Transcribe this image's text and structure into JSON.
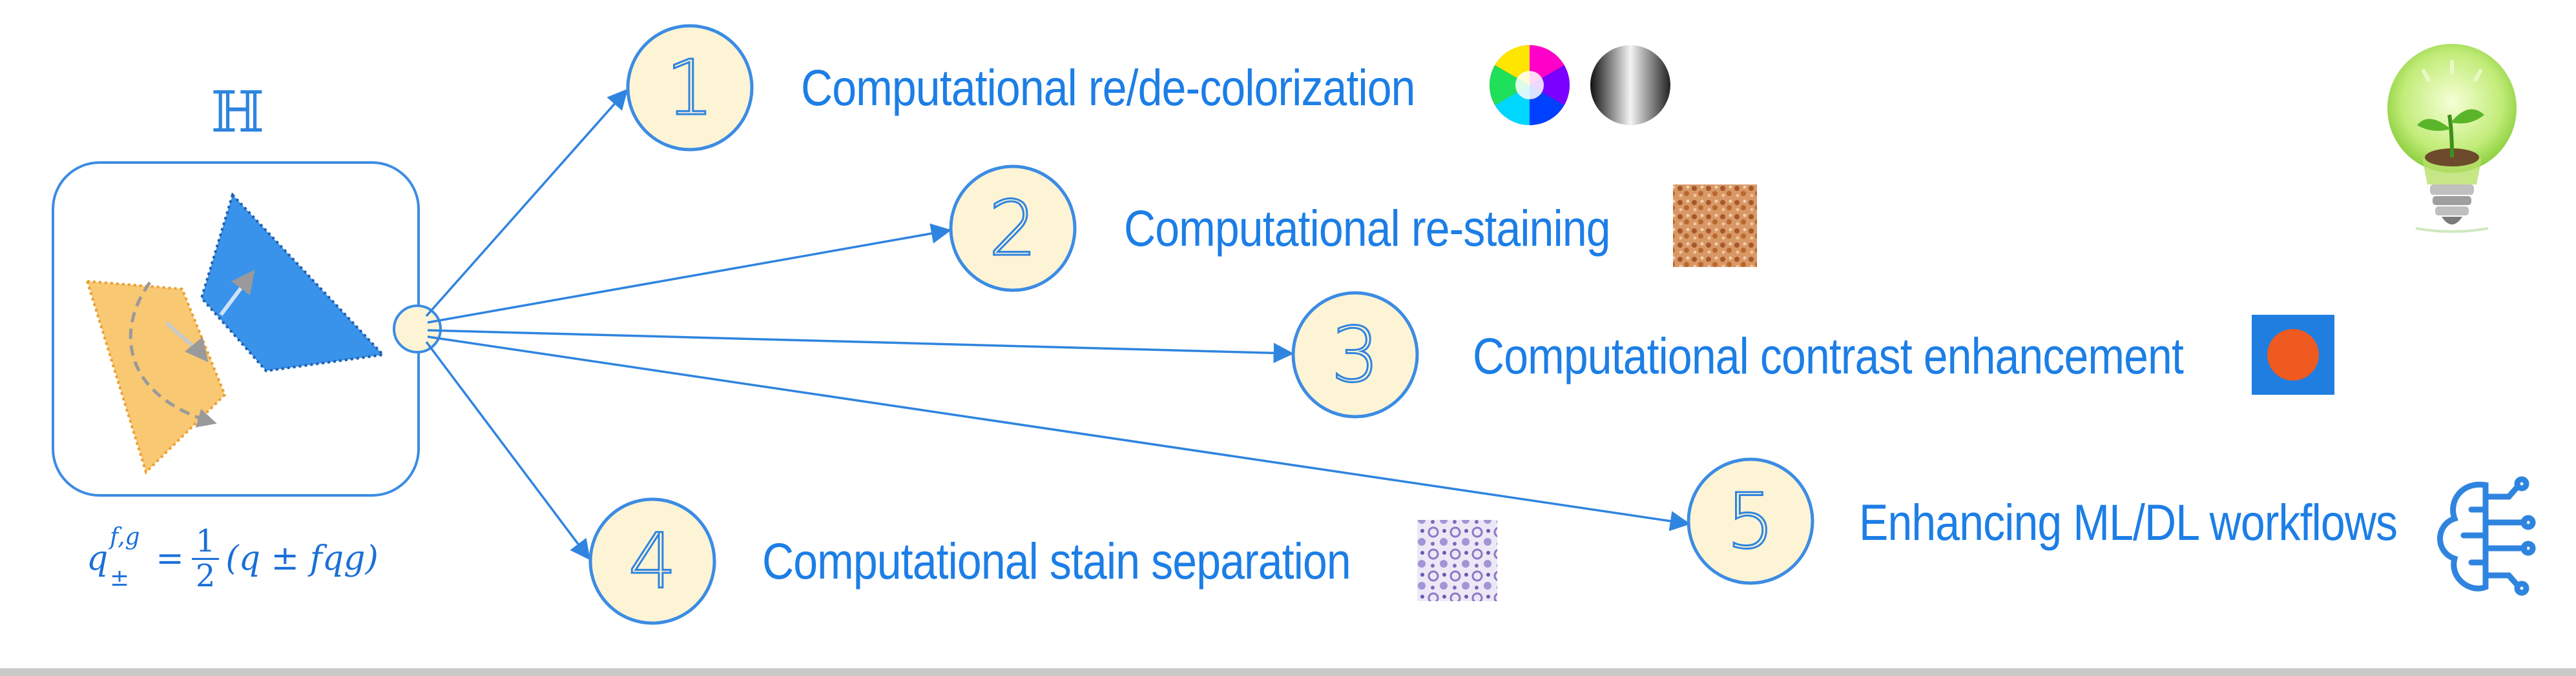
{
  "diagram": {
    "hset_symbol": "ℍ",
    "formula": {
      "base": "q",
      "superscript": "f,g",
      "subscript": "±",
      "frac_num": "1",
      "frac_den": "2",
      "rhs": "(q ± fqg)"
    },
    "steps": [
      {
        "number": "1",
        "label": "Computational re/de-colorization"
      },
      {
        "number": "2",
        "label": "Computational re-staining"
      },
      {
        "number": "3",
        "label": "Computational contrast enhancement"
      },
      {
        "number": "4",
        "label": "Computational stain separation"
      },
      {
        "number": "5",
        "label": "Enhancing ML/DL workflows"
      }
    ],
    "colors": {
      "accent": "#1c7ee6",
      "circle_fill": "#fdf4d6",
      "plane_blue": "#3a93ea",
      "plane_orange": "#f9c66b",
      "contrast_square": "#1f7ee0",
      "contrast_dot": "#ee5a1f"
    },
    "icons": [
      "color-wheel-icon",
      "grayscale-wheel-icon",
      "stained-tissue-icon",
      "contrast-icon",
      "stain-separation-tissue-icon",
      "brain-circuit-icon",
      "lightbulb-plant-icon"
    ]
  }
}
